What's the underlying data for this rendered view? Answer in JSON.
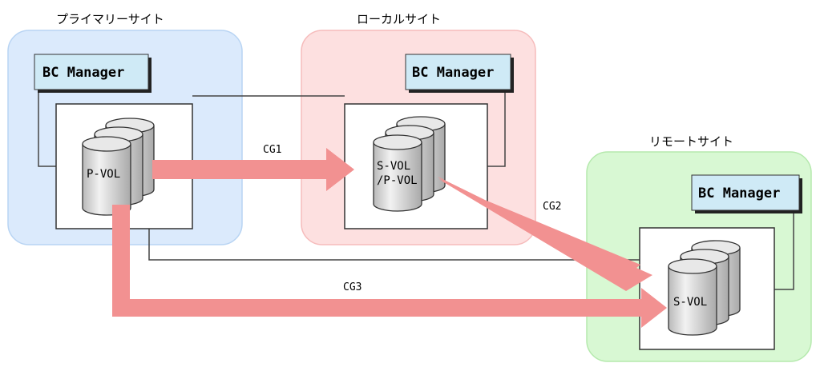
{
  "sites": {
    "primary": {
      "label": "プライマリーサイト",
      "manager": "BC Manager",
      "volume": [
        "P-VOL"
      ]
    },
    "local": {
      "label": "ローカルサイト",
      "manager": "BC Manager",
      "volume": [
        "S-VOL",
        "/P-VOL"
      ]
    },
    "remote": {
      "label": "リモートサイト",
      "manager": "BC Manager",
      "volume": [
        "S-VOL"
      ]
    }
  },
  "links": {
    "cg1": "CG1",
    "cg2": "CG2",
    "cg3": "CG3"
  },
  "colors": {
    "primary_site_fill": "#dbeafc",
    "primary_site_stroke": "#b8d4f3",
    "local_site_fill": "#fde0e0",
    "local_site_stroke": "#f6bcbc",
    "remote_site_fill": "#d8f8d3",
    "remote_site_stroke": "#b5e9ad",
    "manager_fill": "#cfeaf6",
    "arrow": "#f29191",
    "disk_fill": "#d9d9d9"
  }
}
